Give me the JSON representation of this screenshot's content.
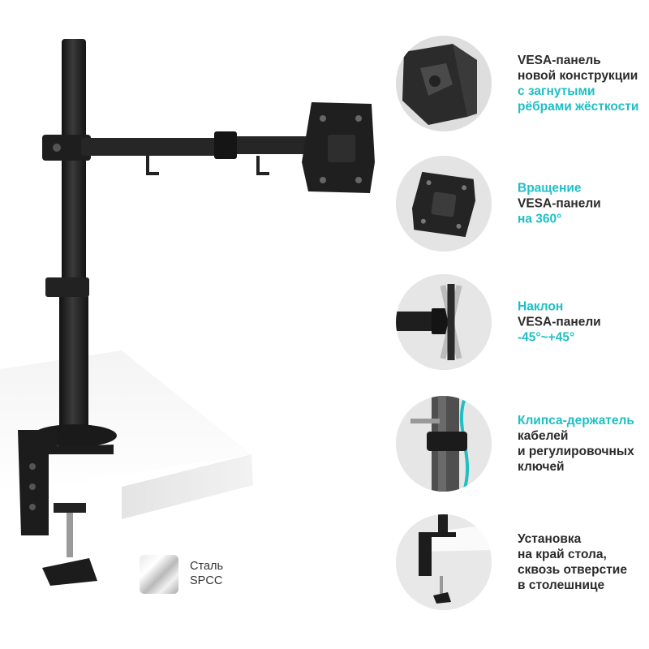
{
  "features": [
    {
      "icon": "vesa-panel-ribs-icon",
      "lines": [
        {
          "text": "VESA-панель",
          "accent": false
        },
        {
          "text": "новой конструкции",
          "accent": false
        },
        {
          "text": "с загнутыми",
          "accent": true
        },
        {
          "text": "рёбрами жёсткости",
          "accent": true
        }
      ]
    },
    {
      "icon": "rotation-icon",
      "lines": [
        {
          "text": "Вращение",
          "accent": true
        },
        {
          "text": "VESA-панели",
          "accent": false
        },
        {
          "text": "на 360°",
          "accent": true
        }
      ]
    },
    {
      "icon": "tilt-icon",
      "lines": [
        {
          "text": "Наклон",
          "accent": true
        },
        {
          "text": "VESA-панели",
          "accent": false
        },
        {
          "text": "-45°~+45°",
          "accent": true
        }
      ]
    },
    {
      "icon": "cable-clip-icon",
      "lines": [
        {
          "text": "Клипса-держатель",
          "accent": true
        },
        {
          "text": "кабелей",
          "accent": false
        },
        {
          "text": "и регулировочных",
          "accent": false
        },
        {
          "text": "ключей",
          "accent": false
        }
      ]
    },
    {
      "icon": "desk-clamp-icon",
      "lines": [
        {
          "text": "Установка",
          "accent": false
        },
        {
          "text": "на край стола,",
          "accent": false
        },
        {
          "text": "сквозь отверстие",
          "accent": false
        },
        {
          "text": "в столешнице",
          "accent": false
        }
      ]
    }
  ],
  "material": {
    "line1": "Сталь",
    "line2": "SPCC"
  },
  "colors": {
    "accent": "#1fbfc4",
    "text": "#2b2b2b",
    "metal": "#1e1e1e"
  }
}
